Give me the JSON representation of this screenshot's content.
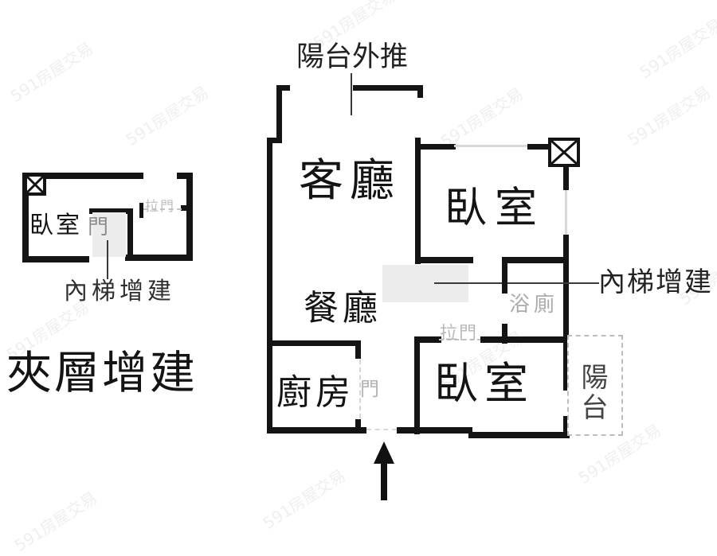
{
  "watermark": {
    "text": "591房屋交易"
  },
  "mezzanine_plan": {
    "title": "夾層增建",
    "bedroom_label": "臥室",
    "door_label": "門",
    "sliding_door_label": "拉門",
    "stairs_note": "內梯增建"
  },
  "main_plan": {
    "balcony_pushout_note": "陽台外推",
    "living_room_label": "客廳",
    "dining_room_label": "餐廳",
    "kitchen_label": "廚房",
    "kitchen_door_label": "門",
    "bedroom_upper_label": "臥室",
    "bedroom_lower_label": "臥室",
    "bathroom_label": "浴廁",
    "sliding_door_label": "拉門",
    "stairs_note": "內梯增建",
    "balcony_label": "陽台"
  },
  "colors": {
    "wall": "#141414",
    "gray_label": "#b3b3b3",
    "stair_fill": "#ececec",
    "background": "#ffffff"
  }
}
